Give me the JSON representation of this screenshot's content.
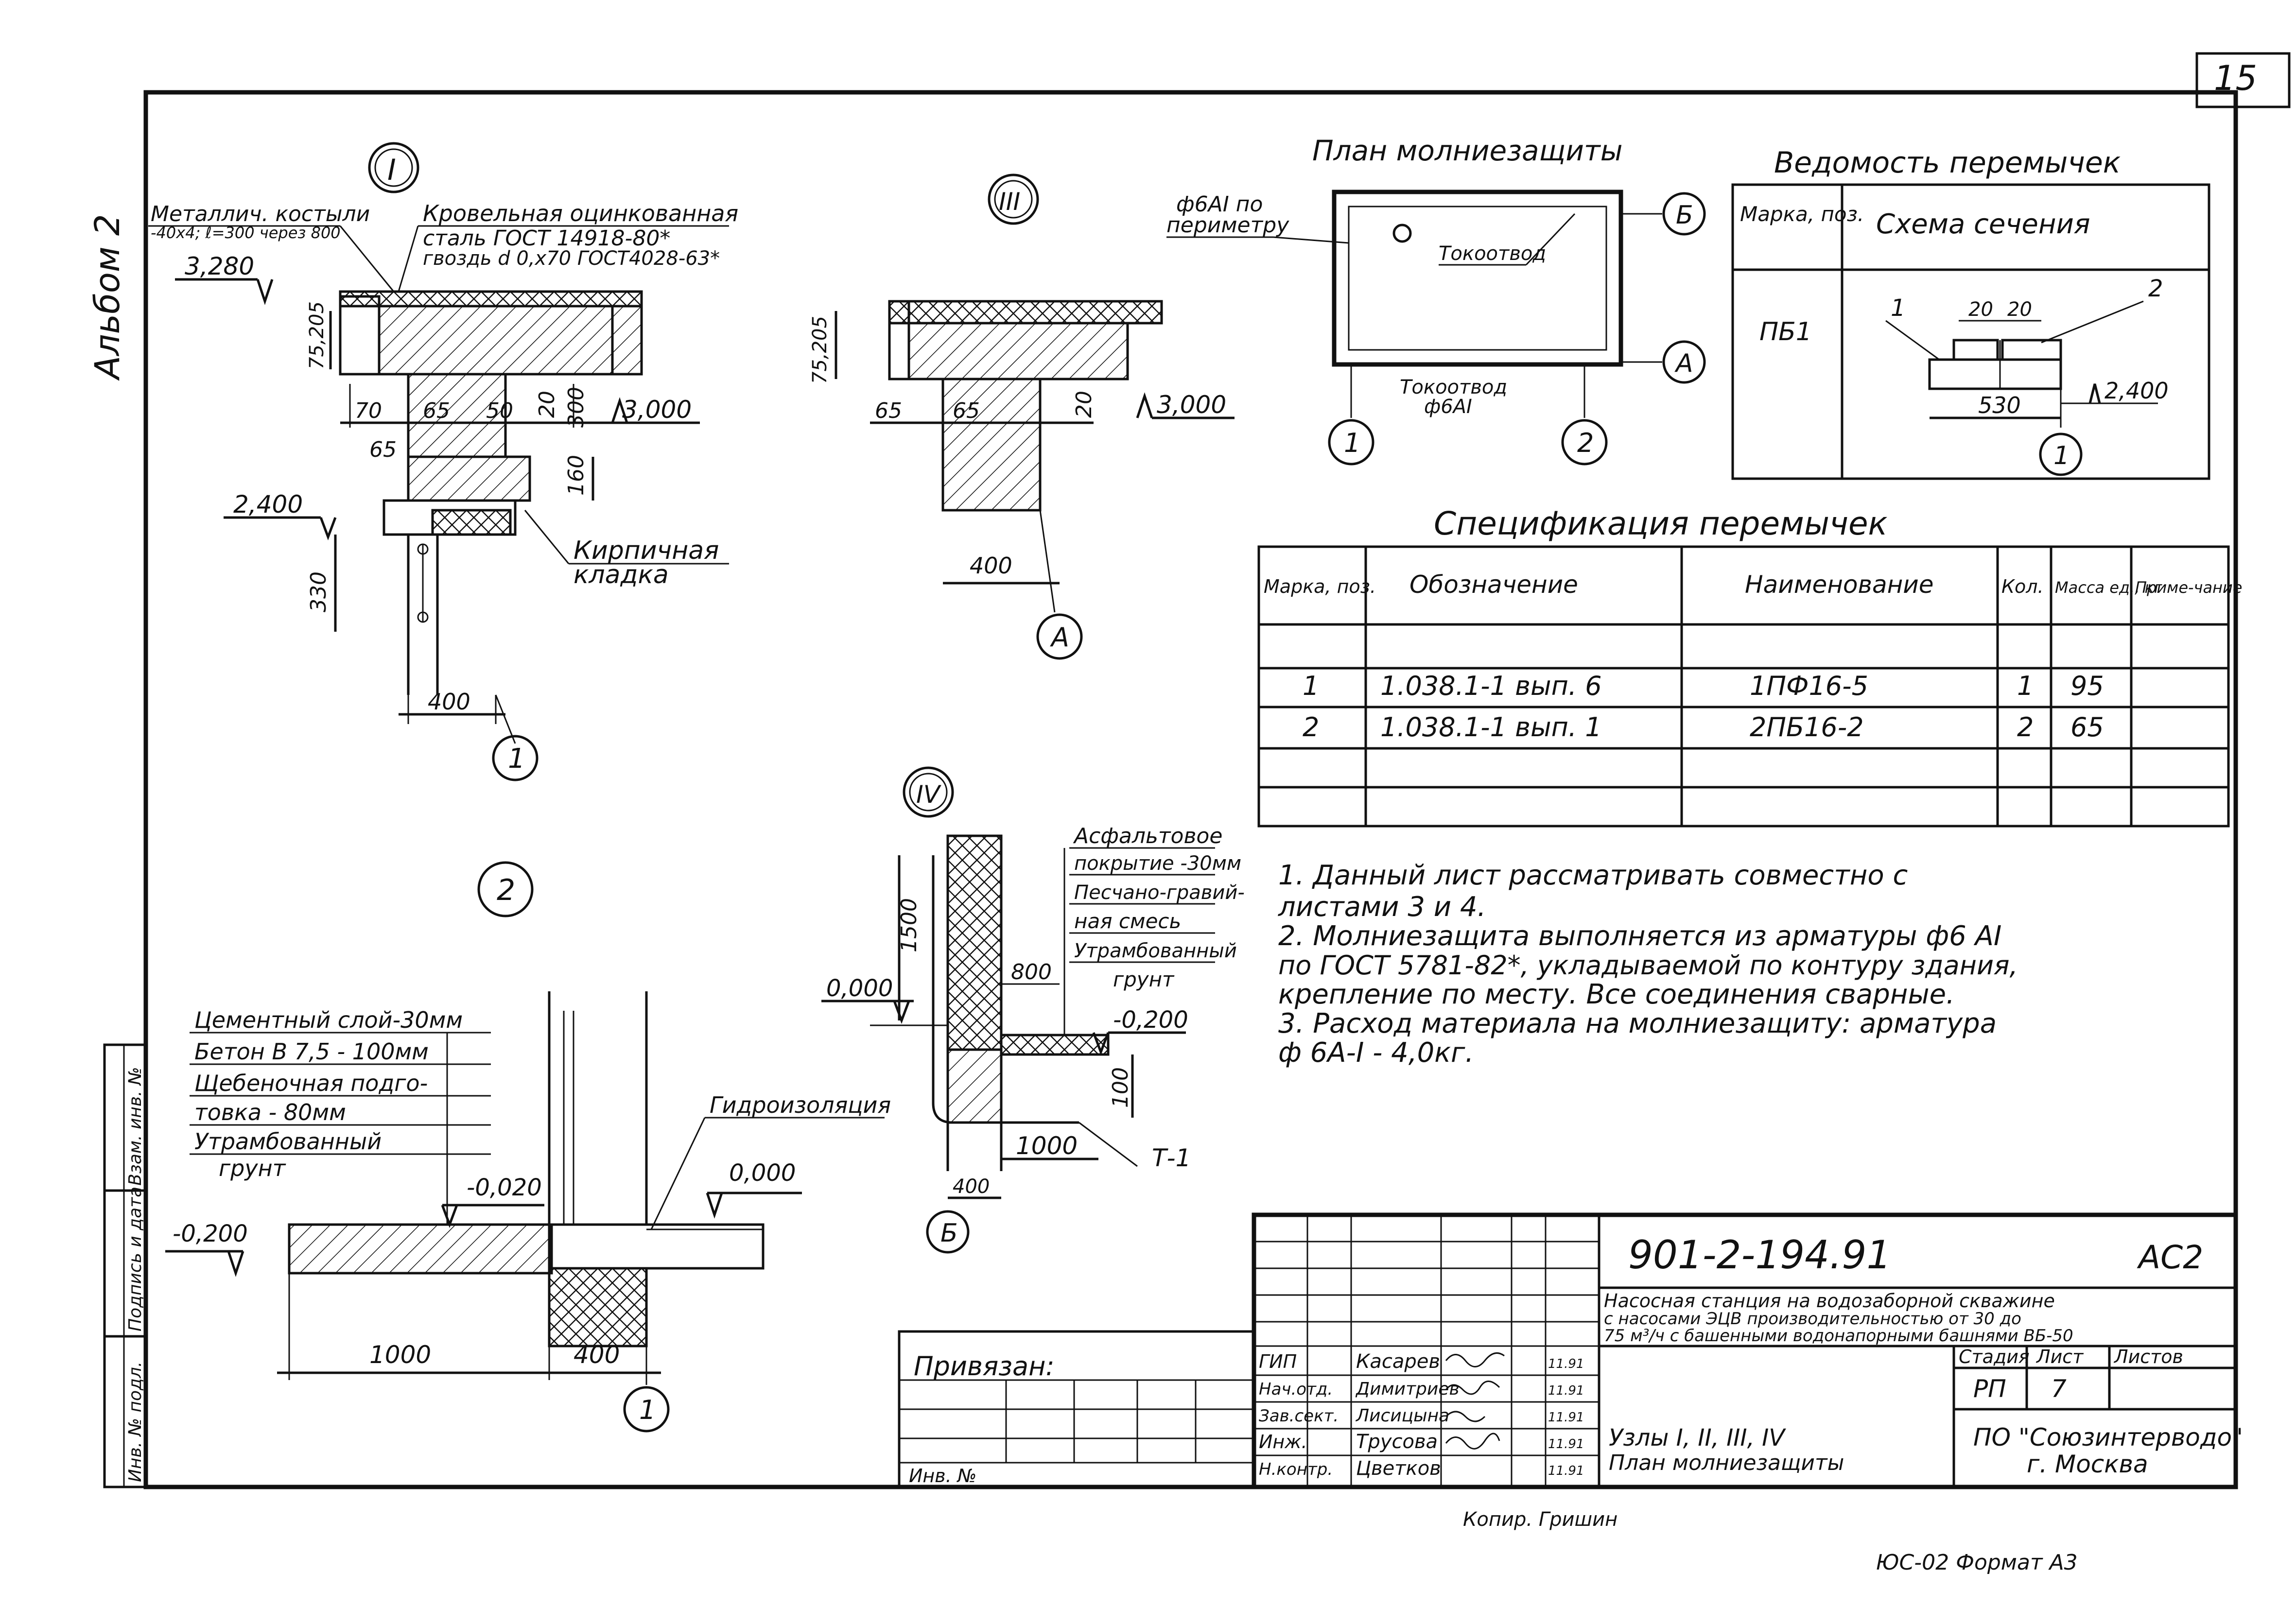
{
  "sheet": {
    "page_number": "15",
    "album_label": "Альбом 2",
    "bottom_note": "Копир. Гришин",
    "format_note": "ЮС-02 Формат А3"
  },
  "node1": {
    "marker": "I",
    "callout_metal": "Металлич. костыли",
    "callout_metal_sub": "-40х4; ℓ=300 через 800",
    "callout_roof": "Кровельная оцинкованная",
    "callout_roof_2": "сталь ГОСТ 14918-80*",
    "callout_roof_3": "гвоздь d 0,х70 ГОСТ4028-63*",
    "mark_top": "3,280",
    "mark_right": "3,000",
    "mark_low": "2,400",
    "dim_h1": "75,205",
    "dim_70": "70",
    "dim_65a": "65",
    "dim_50": "50",
    "dim_20": "20",
    "dim_300": "300",
    "dim_65b": "65",
    "dim_160": "160",
    "dim_330": "330",
    "dim_400": "400",
    "brick_label_1": "Кирпичная",
    "brick_label_2": "кладка",
    "axis": "1"
  },
  "node3": {
    "marker": "III",
    "dim_h": "75,205",
    "dim_65a": "65",
    "dim_65b": "65",
    "dim_20": "20",
    "mark": "3,000",
    "dim_400": "400",
    "axis": "А"
  },
  "plan": {
    "title": "План молниезащиты",
    "label_perimeter_1": "ф6АI по",
    "label_perimeter_2": "периметру",
    "label_tokootvod_top": "Токоотвод",
    "label_tokootvod_bot_1": "Токоотвод",
    "label_tokootvod_bot_2": "ф6АI",
    "axis_b": "Б",
    "axis_a": "А",
    "axis_1": "1",
    "axis_2": "2"
  },
  "vedomost": {
    "title": "Ведомость перемычек",
    "col_mark": "Марка, поз.",
    "col_scheme": "Схема сечения",
    "row_mark": "ПБ1",
    "lbl_1": "1",
    "lbl_2": "2",
    "dim_20a": "20",
    "dim_20b": "20",
    "dim_530": "530",
    "mark": "2,400",
    "axis": "1"
  },
  "spec": {
    "title": "Спецификация перемычек",
    "headers": [
      "Марка, поз.",
      "Обозначение",
      "Наименование",
      "Кол.",
      "Масса ед., кг",
      "Приме-чание"
    ],
    "rows": [
      [
        "1",
        "1.038.1-1 вып. 6",
        "1ПФ16-5",
        "1",
        "95",
        ""
      ],
      [
        "2",
        "1.038.1-1 вып. 1",
        "2ПБ16-2",
        "2",
        "65",
        ""
      ]
    ]
  },
  "notes": {
    "n1_l1": "1. Данный лист рассматривать совместно с",
    "n1_l2": "листами 3 и 4.",
    "n2_l1": "2. Молниезащита выполняется из арматуры ф6 АI",
    "n2_l2": "по ГОСТ 5781-82*, укладываемой по контуру здания,",
    "n2_l3": "крепление по месту. Все соединения сварные.",
    "n3_l1": "3. Расход материала на молниезащиту: арматура",
    "n3_l2": "ф 6А-I - 4,0кг."
  },
  "node2": {
    "marker": "2",
    "layer1": "Цементный слой-30мм",
    "layer2": "Бетон В 7,5 - 100мм",
    "layer3": "Щебеночная подго-",
    "layer3b": "товка - 80мм",
    "layer4": "Утрамбованный",
    "layer4b": "грунт",
    "hydro": "Гидроизоляция",
    "mark_m020": "-0,020",
    "mark_000": "0,000",
    "mark_m200": "-0,200",
    "dim_1000": "1000",
    "dim_400": "400",
    "axis": "1"
  },
  "node4": {
    "marker": "IV",
    "layer1": "Асфальтовое",
    "layer1b": "покрытие -30мм",
    "layer2": "Песчано-гравий-",
    "layer2b": "ная смесь",
    "layer3": "Утрамбованный",
    "layer3b": "грунт",
    "dim_1500": "1500",
    "mark_000": "0,000",
    "dim_800": "800",
    "mark_m200": "-0,200",
    "dim_100": "100",
    "dim_1000": "1000",
    "label_t1": "Т-1",
    "dim_400": "400",
    "axis": "Б"
  },
  "titleblock": {
    "code": "901-2-194.91",
    "sheet_code": "АС2",
    "project_l1": "Насосная станция на водозаборной скважине",
    "project_l2": "с насосами ЭЦВ производительностью от 30 до",
    "project_l3": "75 м³/ч с башенными водонапорными башнями ВБ-50",
    "stage_h": "Стадия",
    "sheet_h": "Лист",
    "sheets_h": "Листов",
    "stage": "РП",
    "sheet": "7",
    "sheet_title_1": "Узлы I, II, III, IV",
    "sheet_title_2": "План молниезащиты",
    "org_1": "ПО \"Союзинтерводо\"",
    "org_2": "г. Москва",
    "privyazan": "Привязан:",
    "inv": "Инв. №",
    "roles": [
      "ГИП",
      "Нач.отд.",
      "Зав.сект.",
      "Инж.",
      "Н.контр."
    ],
    "names": [
      "Касарев",
      "Димитриев",
      "Лисицына",
      "Трусова",
      "Цветков"
    ],
    "dates": [
      "11.91",
      "11.91",
      "11.91",
      "11.91",
      "11.91"
    ],
    "side_1": "Инв. № подл.",
    "side_2": "Подпись и дата",
    "side_3": "Взам. инв. №"
  }
}
